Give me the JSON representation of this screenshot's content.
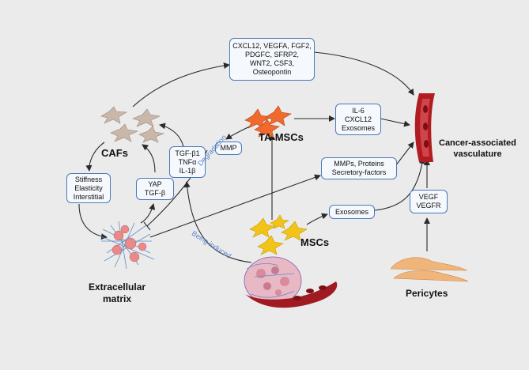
{
  "nodes": {
    "cafs": "CAFs",
    "ta_mscs": "TA-MSCs",
    "mscs": "MSCs",
    "extracellular_matrix": [
      "Extracellular",
      "matrix"
    ],
    "vasculature": [
      "Cancer-associated",
      "vasculature"
    ],
    "pericytes": "Pericytes"
  },
  "boxes": {
    "caf_factors": [
      "CXCL12, VEGFA, FGF2,",
      "PDGFC,  SFRP2,",
      "WNT2, CSF3,",
      "Osteopontin"
    ],
    "ta_factors": [
      "IL-6",
      "CXCL12",
      "Exosomes"
    ],
    "stiffness": [
      "Stiffness",
      "Elasticity",
      "Interstitial"
    ],
    "yap": [
      "YAP",
      "TGF-β"
    ],
    "tgf": [
      "TGF-β1",
      "TNFα",
      "IL-1β"
    ],
    "mmp": [
      "MMP"
    ],
    "mmps_proteins": [
      "MMPs, Proteins",
      "Secretory-factors"
    ],
    "exosomes": [
      "Exosomes"
    ],
    "vegf": [
      "VEGF",
      "VEGFR"
    ]
  },
  "edge_labels": {
    "degradation": "Degradation",
    "being_induced": "Being induced"
  },
  "colors": {
    "box_border": "#4a79b8",
    "arrow": "#2a2a2a",
    "edge_label": "#5b86c6",
    "caf_cell": "#c9b8a9",
    "ta_msc_cell": "#ef6a2c",
    "msc_cell": "#f2c418",
    "pericyte_cell": "#f0b57a",
    "vessel": "#b01c22",
    "ecm_fiber": "#5b8fc9",
    "ecm_cell": "#e88a8a"
  }
}
